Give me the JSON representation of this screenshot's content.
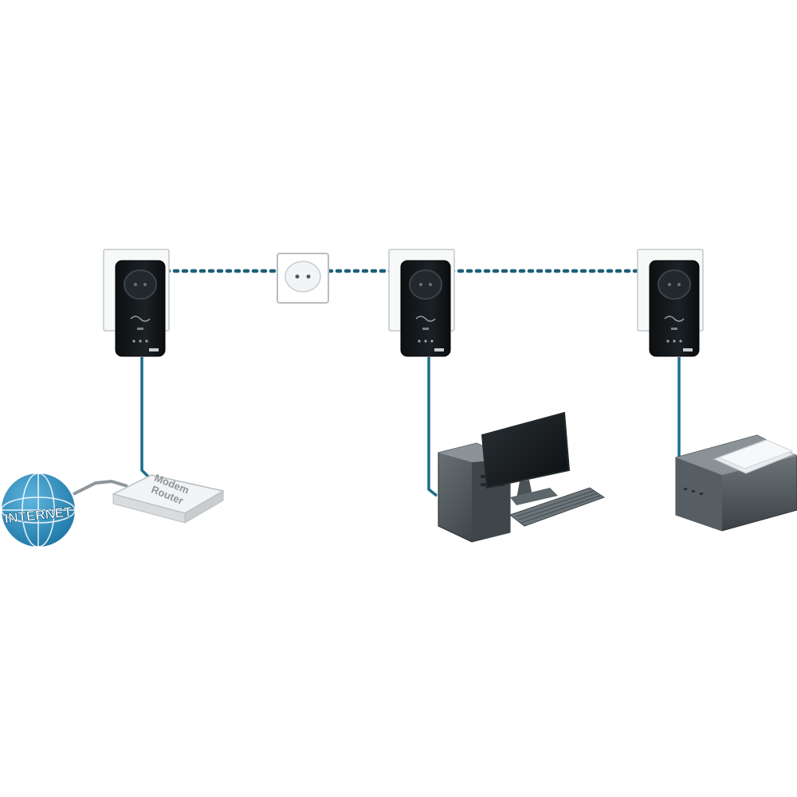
{
  "diagram": {
    "internet": {
      "label": "INTERNET"
    },
    "router": {
      "line1": "Modem",
      "line2": "Router"
    },
    "colors": {
      "link": "#1f5f7a",
      "cable": "#1d6e8c",
      "globe": "#2a8fc0",
      "adapter": "#15191c",
      "device": "#4a5257"
    },
    "icons": [
      "globe-icon",
      "router-icon",
      "powerline-adapter-icon",
      "wall-socket-icon",
      "desktop-computer-icon",
      "printer-icon"
    ]
  }
}
